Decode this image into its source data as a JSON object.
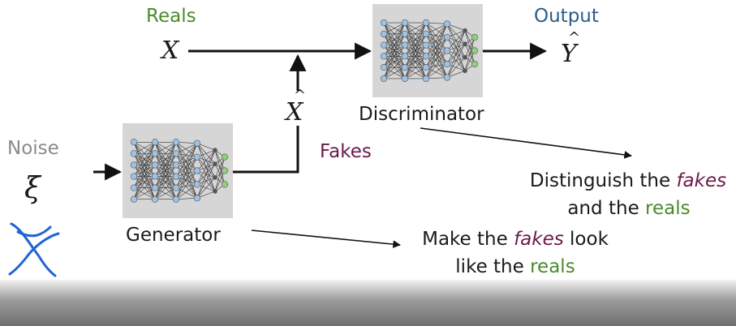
{
  "labels": {
    "reals_header": "Reals",
    "output_header": "Output",
    "noise_label": "Noise",
    "fakes_label": "Fakes",
    "discriminator_label": "Discriminator",
    "generator_label": "Generator",
    "x_symbol": "X",
    "xhat_symbol": "X",
    "yhat_symbol": "Y",
    "hat_mark": "^",
    "xi_symbol": "ξ"
  },
  "notes": {
    "discriminator_note": {
      "line1_prefix": "Distinguish the ",
      "line1_em": "fakes",
      "line2_prefix": "and the ",
      "line2_em": "reals"
    },
    "generator_note": {
      "line1_prefix": "Make the ",
      "line1_em": "fakes",
      "line1_suffix": " look",
      "line2_prefix": "like the ",
      "line2_em": "reals"
    }
  },
  "colors": {
    "reals": "#4a8a2c",
    "output": "#2a5d8c",
    "fakes": "#6b1a4a",
    "noise": "#8a8a8a",
    "node_blue": "#9cc3e6",
    "node_green": "#8fd17a",
    "ink_blue": "#1f63d6"
  },
  "icons": [
    "neural-network-icon",
    "handwritten-cross-mark"
  ]
}
